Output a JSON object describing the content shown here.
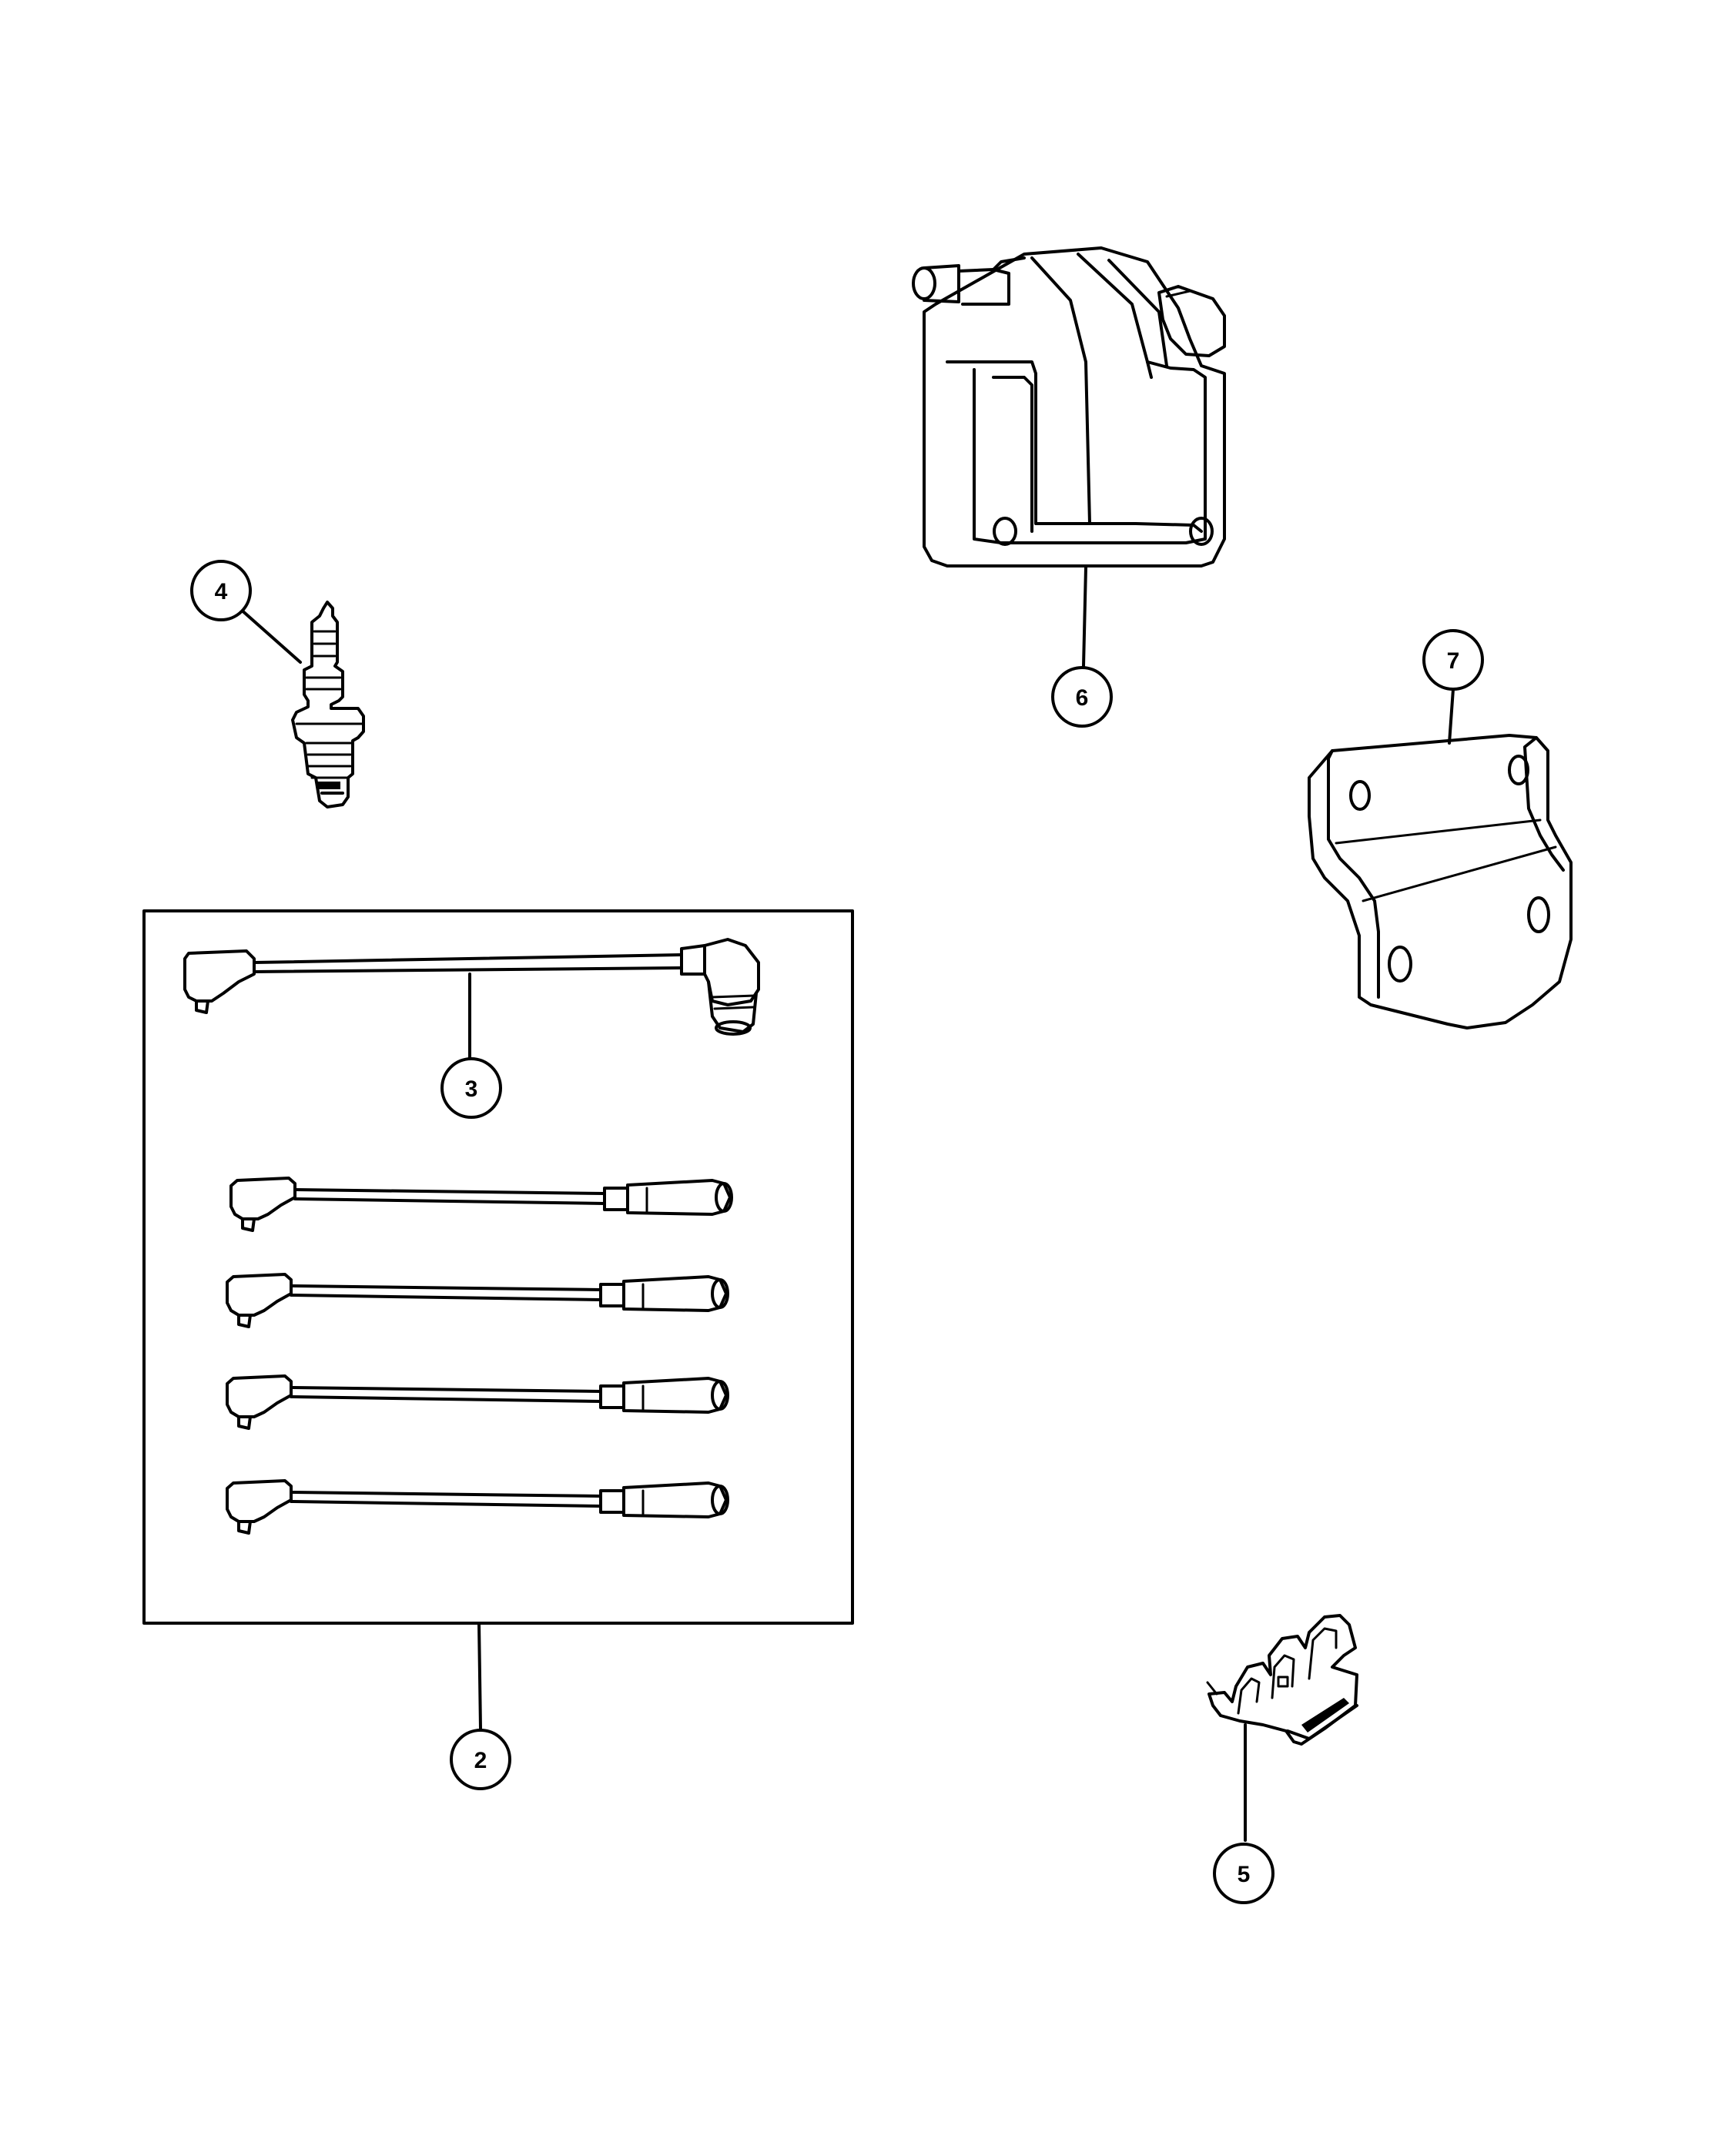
{
  "callouts": [
    {
      "label": "2",
      "part": "spark-plug-wire-set"
    },
    {
      "label": "3",
      "part": "coil-wire"
    },
    {
      "label": "4",
      "part": "spark-plug"
    },
    {
      "label": "5",
      "part": "wire-separator-clip"
    },
    {
      "label": "6",
      "part": "ignition-coil"
    },
    {
      "label": "7",
      "part": "coil-mounting-bracket"
    }
  ]
}
